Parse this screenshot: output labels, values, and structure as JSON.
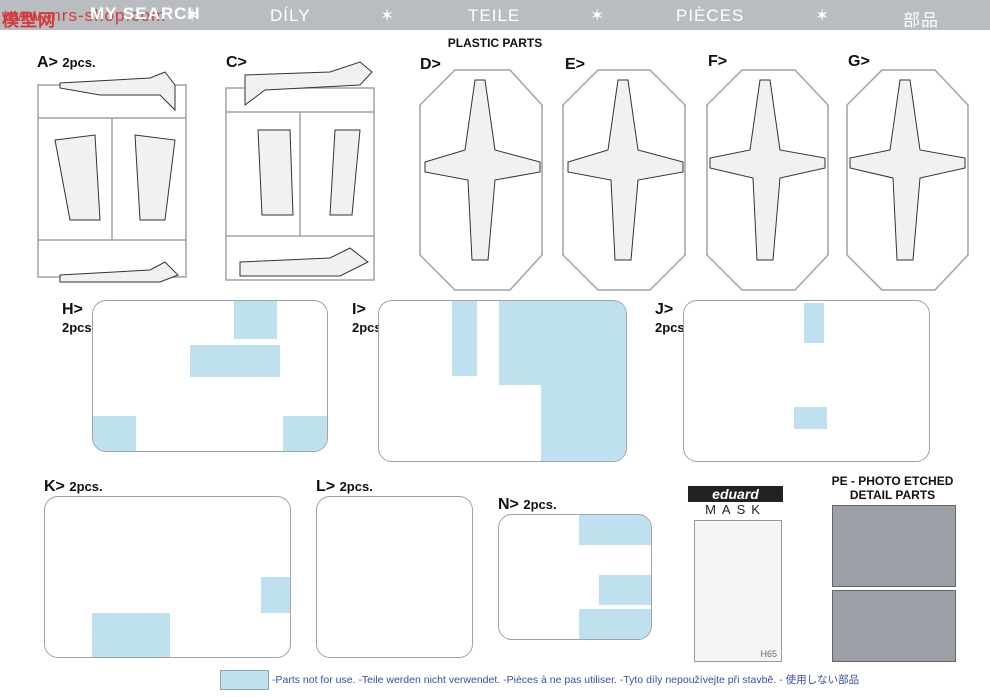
{
  "header": {
    "watermark": "MY SEARCH",
    "watermark_url": "www.mrs-shop.com",
    "watermark_cn": "模型网",
    "items": [
      "DÍLY",
      "TEILE",
      "PIÈCES",
      "部品"
    ]
  },
  "title": "PLASTIC PARTS",
  "sprues": {
    "A": {
      "label": "A>",
      "qty": "2pcs."
    },
    "C": {
      "label": "C>"
    },
    "D": {
      "label": "D>"
    },
    "E": {
      "label": "E>"
    },
    "F": {
      "label": "F>"
    },
    "G": {
      "label": "G>"
    },
    "H": {
      "label": "H>",
      "qty": "2pcs."
    },
    "I": {
      "label": "I>",
      "qty": "2pcs."
    },
    "J": {
      "label": "J>",
      "qty": "2pcs."
    },
    "K": {
      "label": "K>",
      "qty": "2pcs."
    },
    "L": {
      "label": "L>",
      "qty": "2pcs."
    },
    "N": {
      "label": "N>",
      "qty": "2pcs."
    }
  },
  "brand": {
    "name": "eduard",
    "mask": "MASK",
    "code": "H65"
  },
  "pe": {
    "title_line1": "PE - PHOTO ETCHED",
    "title_line2": "DETAIL PARTS"
  },
  "legend": {
    "text": "-Parts not for use. -Teile werden nicht verwendet. -Pièces à ne pas utiliser. -Tyto díly nepoužívejte při stavbě. - 使用しない部品"
  },
  "colors": {
    "not_used": "#bfe0ef",
    "header": "#b9bcc0"
  }
}
